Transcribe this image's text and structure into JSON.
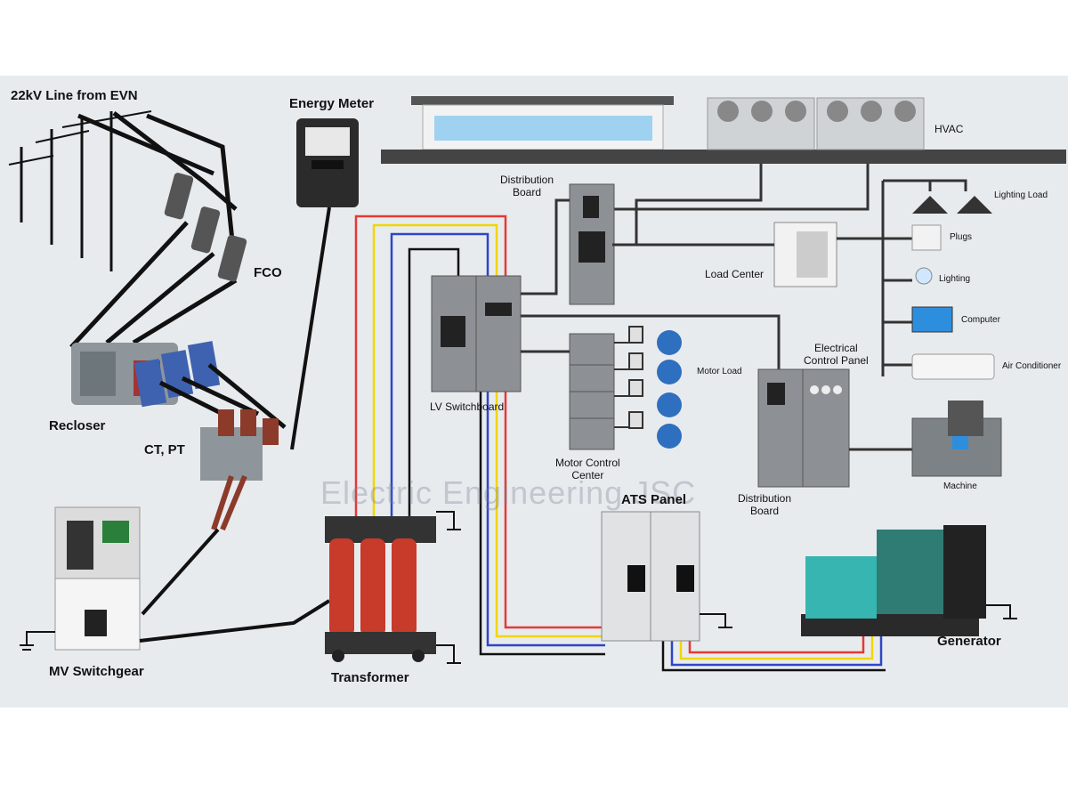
{
  "labels": {
    "line_from_evn": "22kV Line from EVN",
    "energy_meter": "Energy Meter",
    "fco": "FCO",
    "recloser": "Recloser",
    "ct_pt": "CT, PT",
    "mv_switchgear": "MV Switchgear",
    "transformer": "Transformer",
    "lv_switchboard": "LV Switchboard",
    "distribution_board_top": "Distribution\nBoard",
    "motor_control_center": "Motor Control\nCenter",
    "motor_load": "Motor Load",
    "load_center": "Load Center",
    "hvac": "HVAC",
    "lighting_load": "Lighting Load",
    "plugs": "Plugs",
    "lighting": "Lighting",
    "computer": "Computer",
    "air_conditioner": "Air Conditioner",
    "electrical_control_panel": "Electrical\nControl Panel",
    "distribution_board_bottom": "Distribution\nBoard",
    "machine": "Machine",
    "ats_panel": "ATS Panel",
    "generator": "Generator",
    "watermark": "Electric Engineering JSC"
  },
  "colors": {
    "background": "#e8ebee",
    "phase_red": "#e53935",
    "phase_yellow": "#f2d600",
    "phase_blue": "#2f45c8",
    "neutral_black": "#111111",
    "panel_gray": "#8d9196",
    "transformer_red": "#c83a2a",
    "generator_teal": "#37b5b0",
    "motor_blue": "#2f6fc0"
  }
}
